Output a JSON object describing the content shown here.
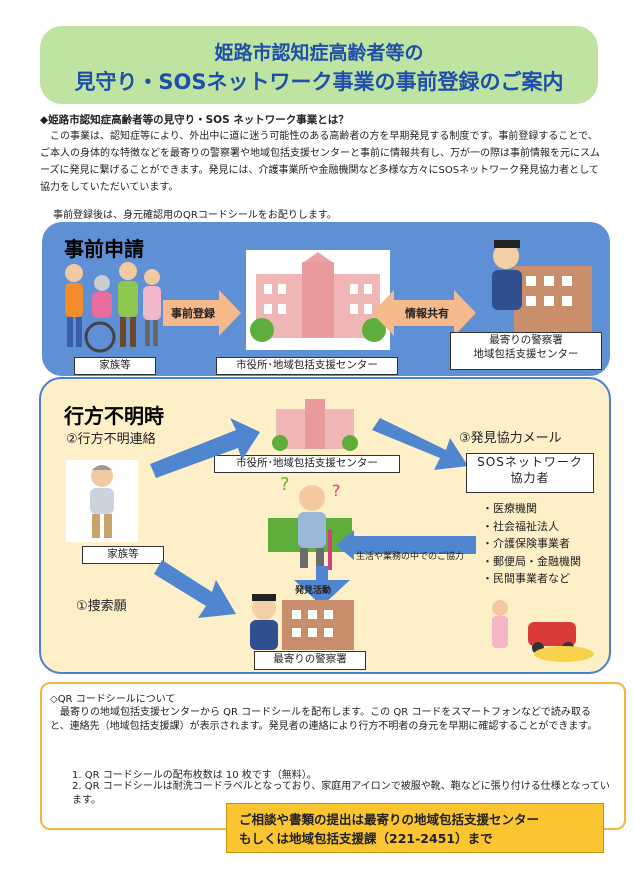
{
  "title": {
    "line1": "姫路市認知症高齢者等の",
    "line2": "見守り・SOSネットワーク事業の事前登録のご案内"
  },
  "intro": {
    "heading": "◆姫路市認知症高齢者等の見守り・SOS ネットワーク事業とは？",
    "body": "この事業は、認知症等により、外出中に道に迷う可能性のある高齢者の方を早期発見する制度です。事前登録することで、ご本人の身体的な特徴などを最寄りの警察署や地域包括支援センターと事前に情報共有し、万が一の際は事前情報を元にスムーズに発見に繋げることができます。発見には、介護事業所や金融機関など多様な方々にSOSネットワーク発見協力者として協力をしていただいています。",
    "note": "事前登録後は、身元確認用のQRコードシールをお配りします。"
  },
  "pre_registration": {
    "title": "事前申請",
    "family_label": "家族等",
    "arrow1_label": "事前登録",
    "center_label": "市役所･地域包括支援センター",
    "arrow2_label": "情報共有",
    "police_label_line1": "最寄りの警察署",
    "police_label_line2": "地域包括支援センター"
  },
  "missing": {
    "title": "行方不明時",
    "step2": "②行方不明連絡",
    "center_label": "市役所･地域包括支援センター",
    "step3": "③発見協力メール",
    "sos_line1": "SOSネットワーク",
    "sos_line2": "協力者",
    "family_label": "家族等",
    "step1": "①捜索願",
    "daily_label": "生活や業務の中でのご協力",
    "discovery_label": "発見活動",
    "police_label": "最寄りの警察署",
    "partners": [
      "・医療機関",
      "・社会福祉法人",
      "・介護保険事業者",
      "・郵便局・金融機関",
      "・民間事業者など"
    ]
  },
  "qr": {
    "heading": "◇QR コードシールについて",
    "body": "最寄りの地域包括支援センターから QR コードシールを配布します。この QR コードをスマートフォンなどで読み取ると、連絡先（地域包括支援課）が表示されます。発見者の連絡により行方不明者の身元を早期に確認することができます。",
    "item1": "1.  QR コードシールの配布枚数は 10 枚です（無料）。",
    "item2": "2.  QR コードシールは耐洗コードラベルとなっており、家庭用アイロンで被服や靴、鞄などに張り付ける仕様となっています。"
  },
  "contact": {
    "line1": "ご相談や書類の提出は最寄りの地域包括支援センター",
    "line2": "もしくは地域包括支援課（221-2451）まで"
  },
  "colors": {
    "title_bg": "#bfe4a2",
    "title_text": "#1f4fa8",
    "panel_blue": "#5f8fd4",
    "panel_cream": "#fdf0c8",
    "arrow_blue": "#4f86cf",
    "arrow_orange": "#f5b98c",
    "contact_bg": "#fbc531"
  }
}
